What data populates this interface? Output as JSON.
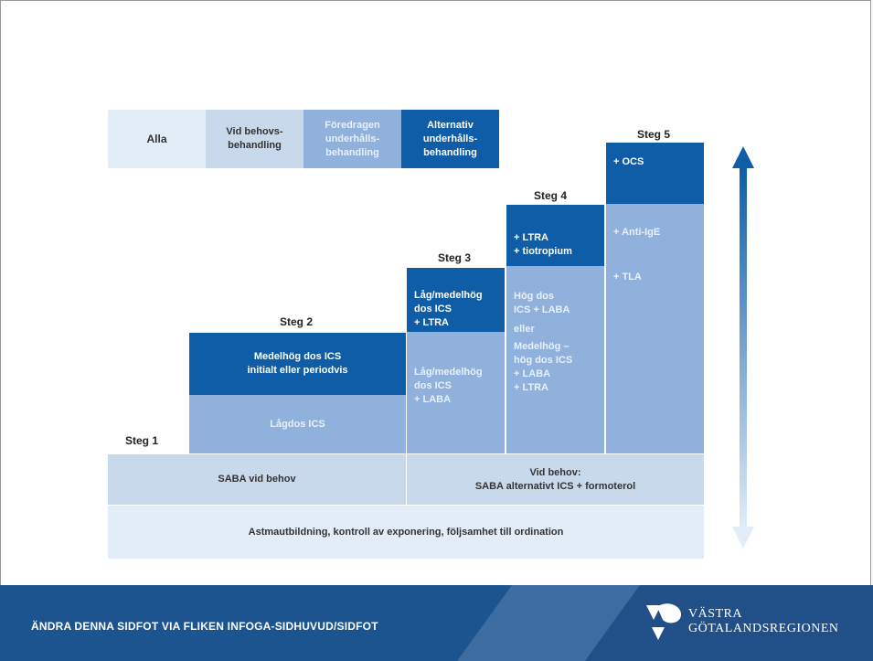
{
  "legend": {
    "all": "Alla",
    "as_needed": "Vid behovs-\nbehandling",
    "preferred": "Föredragen\nunderhålls-\nbehandling",
    "alternative": "Alternativ\nunderhålls-\nbehandling"
  },
  "steps": {
    "step1": "Steg 1",
    "step2": "Steg 2",
    "step3": "Steg 3",
    "step4": "Steg 4",
    "step5": "Steg 5"
  },
  "boxes": {
    "step2_alt": "Medelhög dos ICS\ninitialt eller periodvis",
    "step2_pref": "Lågdos ICS",
    "step3_alt": "Låg/medelhög\ndos ICS\n+ LTRA",
    "step3_pref": "Låg/medelhög\ndos  ICS\n+ LABA",
    "step4_alt": "+ LTRA\n+ tiotropium",
    "step4_pref_a": "Hög dos\nICS + LABA",
    "step4_pref_or": "eller",
    "step4_pref_b": "Medelhög –\nhög dos ICS\n+ LABA\n+ LTRA",
    "step5_alt": "+ OCS",
    "step5_pref_a": "+ Anti-IgE",
    "step5_pref_b": "+ TLA"
  },
  "as_needed_row": {
    "left": "SABA vid behov",
    "right": "Vid behov:\nSABA alternativt ICS + formoterol"
  },
  "base_row": "Astmautbildning, kontroll av exponering, följsamhet till ordination",
  "footer": {
    "text": "ÄNDRA DENNA SIDFOT VIA FLIKEN INFOGA-SIDHUVUD/SIDFOT",
    "logo_line1": "VÄSTRA",
    "logo_line2": "GÖTALANDSREGIONEN"
  },
  "colors": {
    "very_light": "#e2edf7",
    "light": "#c9d9ec",
    "mid": "#8fb1dc",
    "dark": "#0e5da6",
    "footer": "#1c5490"
  }
}
